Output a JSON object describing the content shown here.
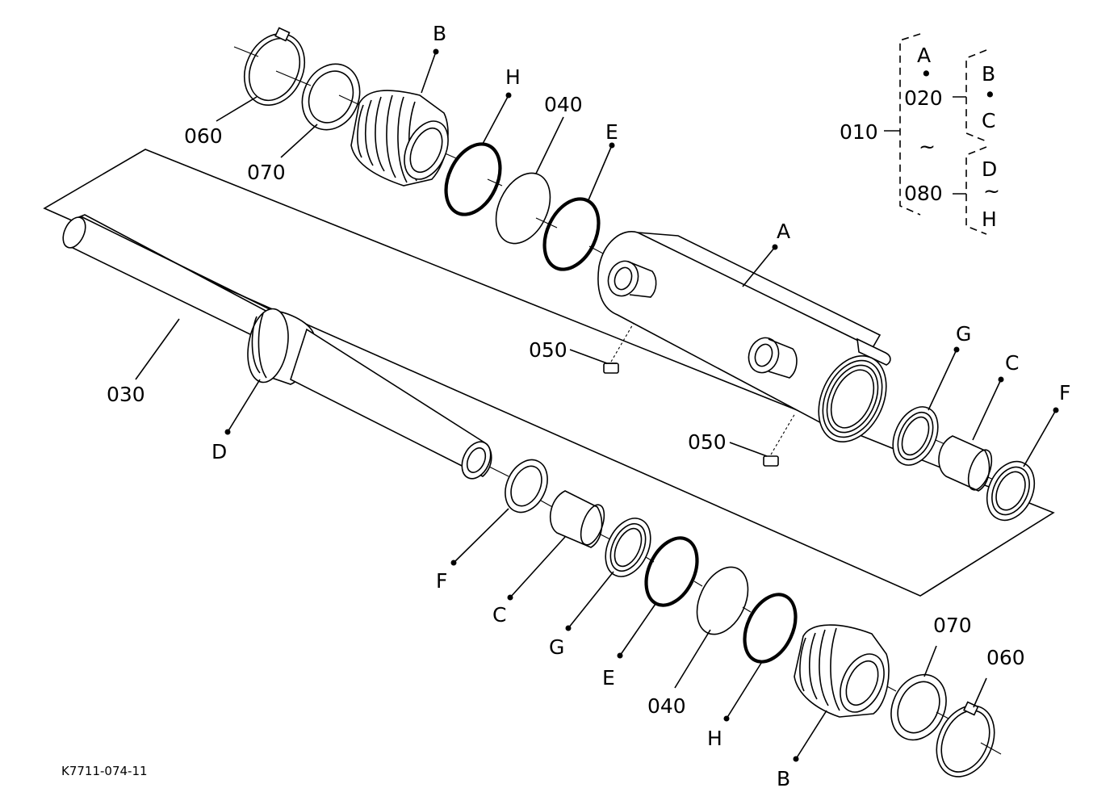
{
  "drawing_number": "K7711-074-11",
  "hierarchy": {
    "root": "010",
    "assembly_a": "A",
    "assembly_a_sep": "•",
    "sub_020": "020",
    "range_sep": "~",
    "sub_080": "080",
    "group_bc_top": "B",
    "group_bc_sep": "•",
    "group_bc_bottom": "C",
    "group_dh_top": "D",
    "group_dh_sep": "~",
    "group_dh_bottom": "H"
  },
  "callouts": {
    "ring_060_top": "060",
    "washer_070_top": "070",
    "cap_b_top": "B",
    "oring_h_top": "H",
    "backup_040_top": "040",
    "oring_e_top": "E",
    "tube_a": "A",
    "screw_050_upper": "050",
    "screw_050_lower": "050",
    "seal_g_right": "G",
    "bush_c_right": "C",
    "wiper_f_right": "F",
    "rod_030": "030",
    "piston_d": "D",
    "wiper_f_lower": "F",
    "bush_c_lower": "C",
    "seal_g_lower": "G",
    "oring_e_lower": "E",
    "backup_040_lower": "040",
    "oring_h_lower": "H",
    "cap_b_lower": "B",
    "washer_070_lower": "070",
    "ring_060_lower": "060"
  }
}
